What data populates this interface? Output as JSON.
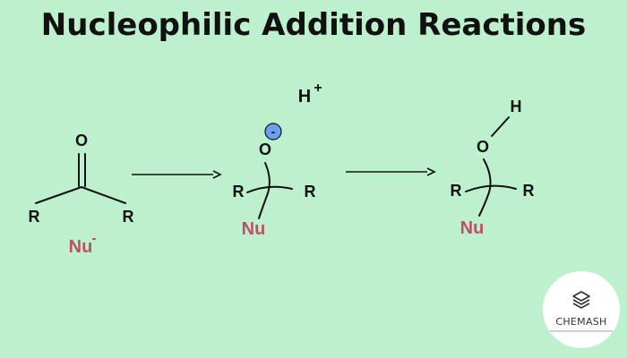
{
  "title": "Nucleophilic Addition Reactions",
  "colors": {
    "background": "#bdf0cd",
    "nucleophile": "#c0506a",
    "charge_fill": "#6b9ff0",
    "ink": "#111111"
  },
  "reactant": {
    "oxygen": "O",
    "r_left": "R",
    "r_right": "R",
    "nucleophile": "Nu",
    "nucleophile_charge": "-"
  },
  "intermediate": {
    "proton": "H",
    "proton_charge": "+",
    "oxygen": "O",
    "oxygen_charge": "-",
    "r_left": "R",
    "r_right": "R",
    "nucleophile": "Nu"
  },
  "product": {
    "hydrogen": "H",
    "oxygen": "O",
    "r_left": "R",
    "r_right": "R",
    "nucleophile": "Nu"
  },
  "logo": {
    "icon": "stacked-layers-icon",
    "name": "CHEMASH"
  }
}
